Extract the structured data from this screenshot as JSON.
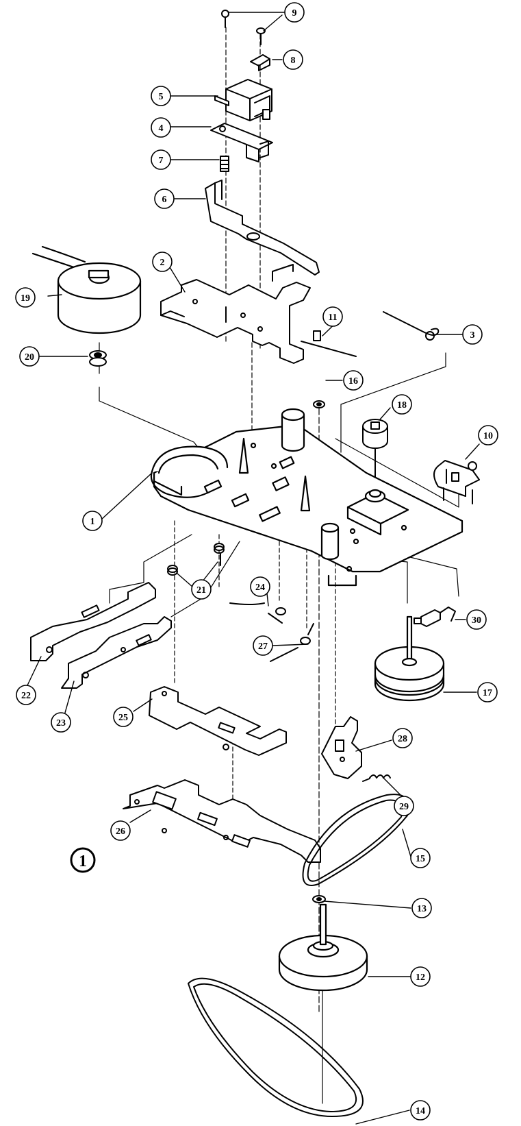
{
  "figure": {
    "number_label": "1",
    "line_color": "#000000",
    "background_color": "#ffffff"
  },
  "callouts": [
    {
      "id": "c1",
      "label": "1"
    },
    {
      "id": "c2",
      "label": "2"
    },
    {
      "id": "c3",
      "label": "3"
    },
    {
      "id": "c4",
      "label": "4"
    },
    {
      "id": "c5",
      "label": "5"
    },
    {
      "id": "c6",
      "label": "6"
    },
    {
      "id": "c7",
      "label": "7"
    },
    {
      "id": "c8",
      "label": "8"
    },
    {
      "id": "c9",
      "label": "9"
    },
    {
      "id": "c10",
      "label": "10"
    },
    {
      "id": "c11",
      "label": "11"
    },
    {
      "id": "c12",
      "label": "12"
    },
    {
      "id": "c13",
      "label": "13"
    },
    {
      "id": "c14",
      "label": "14"
    },
    {
      "id": "c15",
      "label": "15"
    },
    {
      "id": "c16",
      "label": "16"
    },
    {
      "id": "c17",
      "label": "17"
    },
    {
      "id": "c18",
      "label": "18"
    },
    {
      "id": "c19",
      "label": "19"
    },
    {
      "id": "c20",
      "label": "20"
    },
    {
      "id": "c21",
      "label": "21"
    },
    {
      "id": "c22",
      "label": "22"
    },
    {
      "id": "c23",
      "label": "23"
    },
    {
      "id": "c24",
      "label": "24"
    },
    {
      "id": "c25",
      "label": "25"
    },
    {
      "id": "c26",
      "label": "26"
    },
    {
      "id": "c27",
      "label": "27"
    },
    {
      "id": "c28",
      "label": "28"
    },
    {
      "id": "c29",
      "label": "29"
    },
    {
      "id": "c30",
      "label": "30"
    }
  ]
}
